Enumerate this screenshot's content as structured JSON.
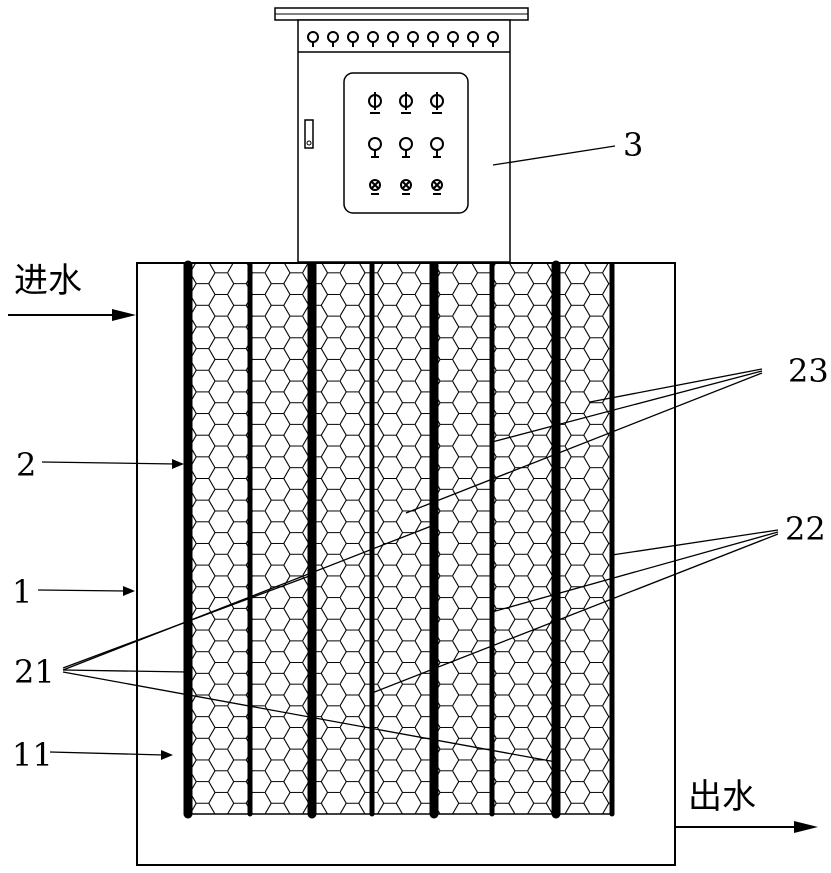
{
  "labels": {
    "water_in": "进水",
    "water_out": "出水",
    "control_box": "3",
    "electrode_frame": "2",
    "tank": "1",
    "electrodes": "21",
    "plates_22": "22",
    "plates_23": "23",
    "filler": "11"
  },
  "colors": {
    "line": "#000000",
    "background": "#ffffff"
  }
}
